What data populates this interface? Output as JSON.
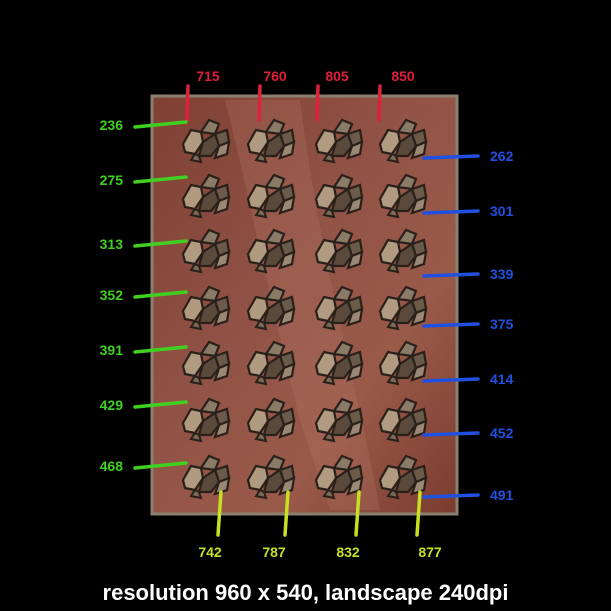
{
  "caption": "resolution 960 x 540, landscape 240dpi",
  "colors": {
    "background": "#000000",
    "panel": "#8a4a3a",
    "panel_border": "#8a8070",
    "top_labels": "#e0203a",
    "bottom_labels": "#c8e020",
    "left_labels": "#40d020",
    "right_labels": "#2050e0",
    "ore_dark": "#2a201a",
    "ore_light": "#b09a80"
  },
  "grid": {
    "rows": 7,
    "columns": 4,
    "item_icon": "ore-icon"
  },
  "top_column_labels": [
    "715",
    "760",
    "805",
    "850"
  ],
  "bottom_column_labels": [
    "742",
    "787",
    "832",
    "877"
  ],
  "left_row_labels": [
    "236",
    "275",
    "313",
    "352",
    "391",
    "429",
    "468"
  ],
  "right_row_labels": [
    "262",
    "301",
    "339",
    "375",
    "414",
    "452",
    "491"
  ]
}
